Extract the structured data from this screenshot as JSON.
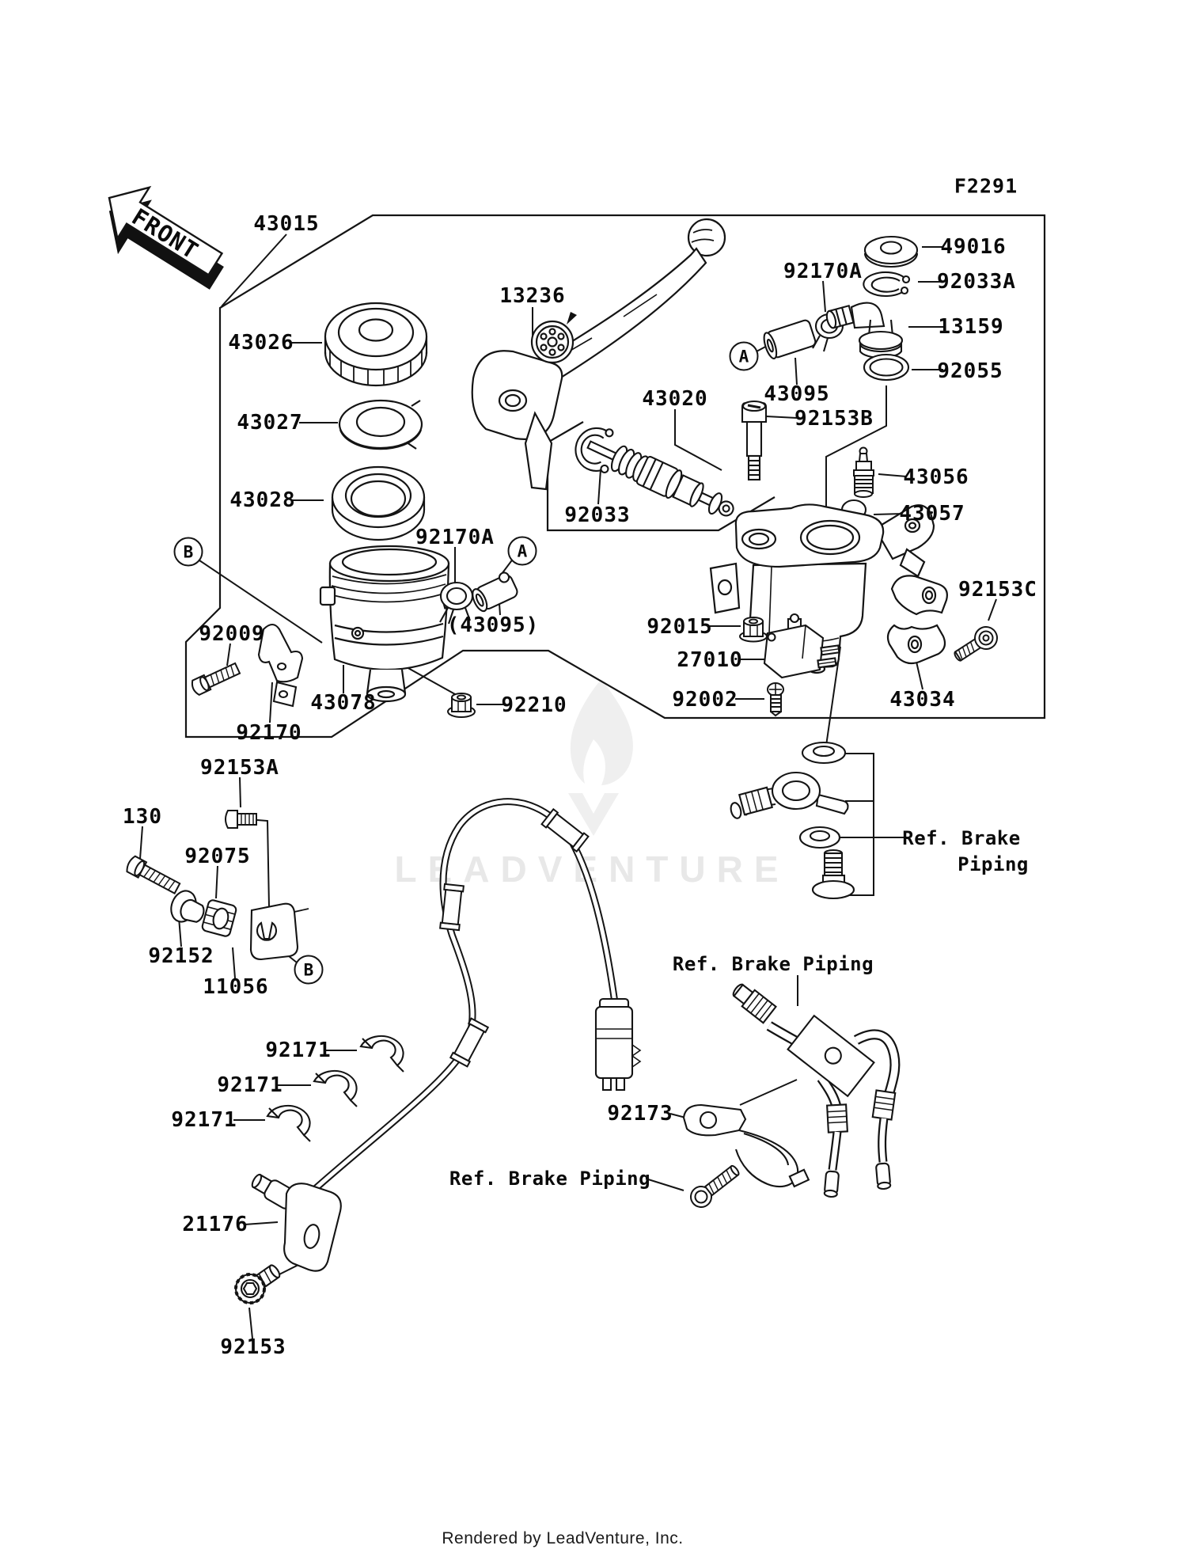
{
  "page": {
    "code": "F2291",
    "front": "FRONT",
    "footer": "Rendered by LeadVenture, Inc.",
    "watermark": "LEADVENTURE"
  },
  "ref_circles": {
    "a": "A",
    "b": "B"
  },
  "callouts": {
    "p43015": "43015",
    "p43026": "43026",
    "p43027": "43027",
    "p43028": "43028",
    "p13236": "13236",
    "p43020": "43020",
    "p92033": "92033",
    "p92170a": "92170A",
    "p49016": "49016",
    "p92033a": "92033A",
    "p13159": "13159",
    "p92055": "92055",
    "p43095": "43095",
    "p43095_paren": "(43095)",
    "p92153b": "92153B",
    "p43056": "43056",
    "p43057": "43057",
    "p92153c": "92153C",
    "p92009": "92009",
    "p43078": "43078",
    "p92170": "92170",
    "p92210": "92210",
    "p92015": "92015",
    "p27010": "27010",
    "p92002": "92002",
    "p43034": "43034",
    "p92153a": "92153A",
    "p130": "130",
    "p92075": "92075",
    "p92152": "92152",
    "p11056": "11056",
    "p92171": "92171",
    "p21176": "21176",
    "p92153": "92153",
    "p92173": "92173",
    "ref_brake_piping": "Ref. Brake Piping",
    "ref_brake": "Ref. Brake",
    "piping": "Piping"
  }
}
